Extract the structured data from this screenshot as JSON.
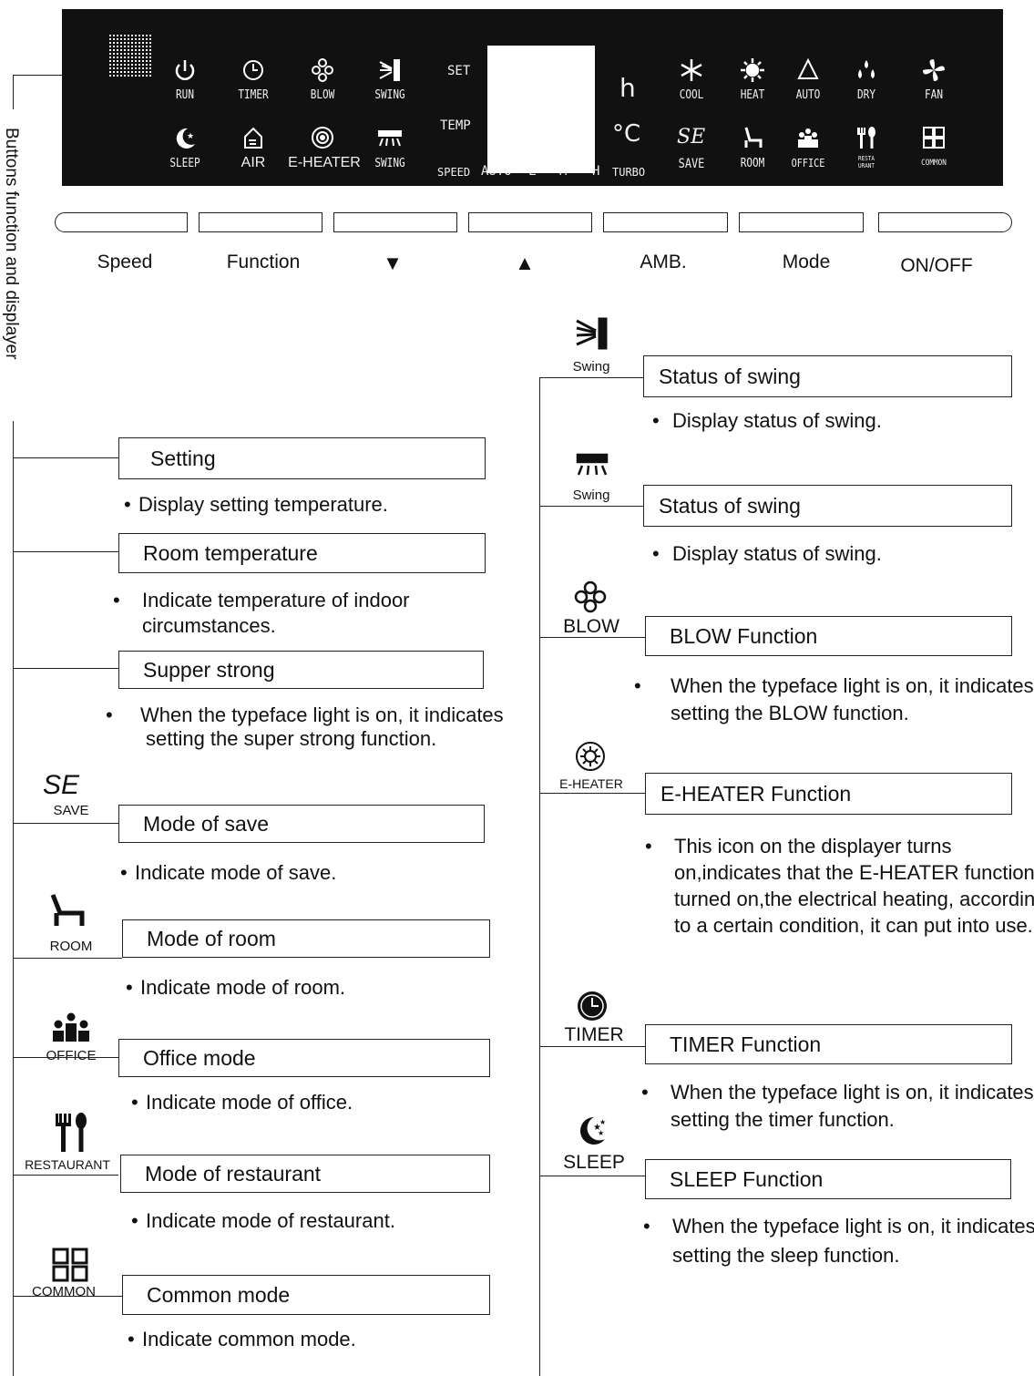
{
  "sidebar_title": "Buttons function and displayer",
  "panel": {
    "top_row": [
      "RUN",
      "TIMER",
      "BLOW",
      "SWING"
    ],
    "bottom_row": [
      "SLEEP",
      "AIR",
      "E-HEATER",
      "SWING"
    ],
    "set_label": "SET",
    "temp_label": "TEMP",
    "speed_row": [
      "SPEED",
      "AUTO",
      "L",
      "M",
      "H",
      "TURBO"
    ],
    "h_unit": "h",
    "c_unit": "°C",
    "modes_top": [
      "COOL",
      "HEAT",
      "AUTO",
      "DRY",
      "FAN"
    ],
    "modes_bottom": [
      "SAVE",
      "ROOM",
      "OFFICE",
      "RESTA URANT",
      "COMMON"
    ],
    "se_symbol": "SE"
  },
  "buttons": [
    "Speed",
    "Function",
    "▼",
    "▲",
    "AMB.",
    "Mode",
    "ON/OFF"
  ],
  "left": [
    {
      "title": "Setting",
      "desc": "Display setting temperature."
    },
    {
      "title": "Room temperature",
      "desc": "Indicate temperature of indoor circumstances."
    },
    {
      "title": "Supper strong",
      "desc": "When the typeface light is on, it indicates setting the super strong function."
    },
    {
      "icon": "SAVE",
      "symbol": "SE",
      "title": "Mode of save",
      "desc": "Indicate mode of save."
    },
    {
      "icon": "ROOM",
      "title": "Mode of room",
      "desc": "Indicate mode of room."
    },
    {
      "icon": "OFFICE",
      "title": "Office mode",
      "desc": "Indicate mode of office."
    },
    {
      "icon": "RESTAURANT",
      "title": "Mode of restaurant",
      "desc": "Indicate mode of restaurant."
    },
    {
      "icon": "COMMON",
      "title": "Common mode",
      "desc": "Indicate common mode."
    }
  ],
  "right": [
    {
      "icon": "Swing",
      "title": "Status of swing",
      "desc": "Display status of swing."
    },
    {
      "icon": "Swing",
      "title": "Status of swing",
      "desc": "Display status of swing."
    },
    {
      "icon": "BLOW",
      "title": "BLOW  Function",
      "desc": "When the typeface light is on, it indicates setting the BLOW function."
    },
    {
      "icon": "E-HEATER",
      "title": "E-HEATER  Function",
      "desc": "This icon on the displayer turns on,indicates that the E-HEATER function turned on,the electrical heating, according to a certain condition, it can put into use."
    },
    {
      "icon": "TIMER",
      "title": "TIMER  Function",
      "desc": "When the typeface light is on, it indicates setting the timer function."
    },
    {
      "icon": "SLEEP",
      "title": "SLEEP  Function",
      "desc": "When the typeface light is on, it indicates setting the sleep function."
    }
  ]
}
